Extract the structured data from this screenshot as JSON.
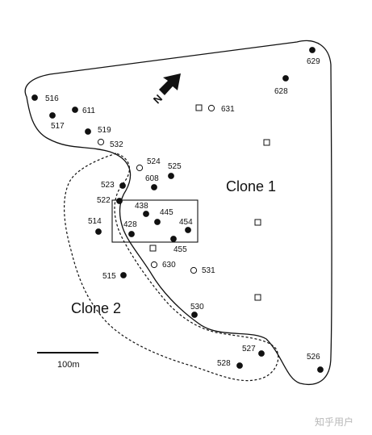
{
  "map": {
    "north_label": "N",
    "scale_label": "100m",
    "clone_labels": [
      "Clone 1",
      "Clone 2"
    ],
    "watermark": "知乎用户",
    "points": [
      {
        "id": "516",
        "symbol": "filled-circle"
      },
      {
        "id": "611",
        "symbol": "filled-circle"
      },
      {
        "id": "517",
        "symbol": "filled-circle"
      },
      {
        "id": "519",
        "symbol": "filled-circle"
      },
      {
        "id": "532",
        "symbol": "open-circle"
      },
      {
        "id": "629",
        "symbol": "filled-circle"
      },
      {
        "id": "628",
        "symbol": "filled-circle"
      },
      {
        "id": "631",
        "symbol": "open-circle"
      },
      {
        "id": "524",
        "symbol": "open-circle"
      },
      {
        "id": "525",
        "symbol": "filled-circle"
      },
      {
        "id": "608",
        "symbol": "filled-circle"
      },
      {
        "id": "523",
        "symbol": "filled-circle"
      },
      {
        "id": "522",
        "symbol": "filled-circle"
      },
      {
        "id": "438",
        "symbol": "filled-circle"
      },
      {
        "id": "445",
        "symbol": "filled-circle"
      },
      {
        "id": "454",
        "symbol": "filled-circle"
      },
      {
        "id": "514",
        "symbol": "filled-circle"
      },
      {
        "id": "428",
        "symbol": "filled-circle"
      },
      {
        "id": "455",
        "symbol": "filled-circle"
      },
      {
        "id": "630",
        "symbol": "open-circle"
      },
      {
        "id": "531",
        "symbol": "open-circle"
      },
      {
        "id": "515",
        "symbol": "filled-circle"
      },
      {
        "id": "530",
        "symbol": "filled-circle"
      },
      {
        "id": "527",
        "symbol": "filled-circle"
      },
      {
        "id": "528",
        "symbol": "filled-circle"
      },
      {
        "id": "526",
        "symbol": "filled-circle"
      }
    ]
  }
}
